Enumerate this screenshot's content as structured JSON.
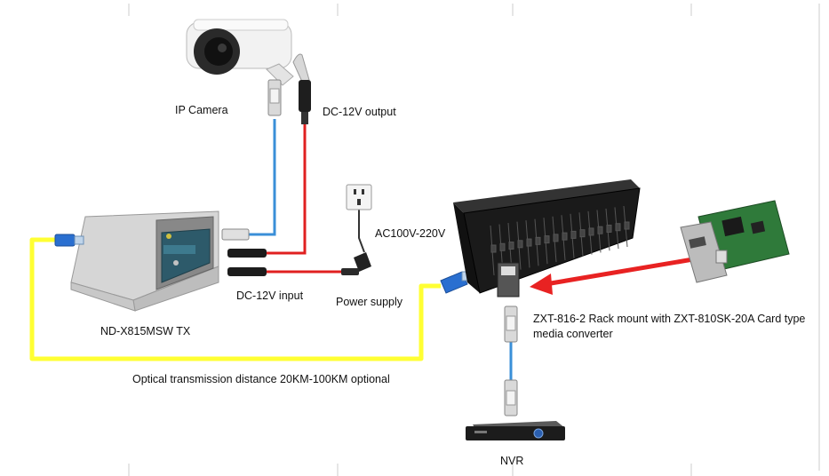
{
  "labels": {
    "camera": "IP Camera",
    "dc_output": "DC-12V output",
    "ac": "AC100V-220V",
    "tx_box": "ND-X815MSW  TX",
    "dc_input": "DC-12V input",
    "power_supply": "Power supply",
    "rack_line1": "ZXT-816-2 Rack mount with ZXT-810SK-20A Card type",
    "rack_line2": "media converter",
    "optical": "Optical transmission distance 20KM-100KM optional",
    "nvr": "NVR"
  },
  "colors": {
    "fiber": "#ffff33",
    "ethernet": "#3a8fd8",
    "power": "#e02020",
    "arrow": "#e82222",
    "connector_blue": "#2a6fd0",
    "rack": "#1a1a1a",
    "pcb": "#2f7a3a"
  },
  "icons": {
    "camera": "ip-camera-icon",
    "outlet": "wall-outlet-icon",
    "enclosure": "tx-enclosure-icon",
    "adapter": "power-adapter-icon",
    "rack": "rack-chassis-icon",
    "card": "converter-card-icon",
    "nvr": "nvr-icon"
  }
}
